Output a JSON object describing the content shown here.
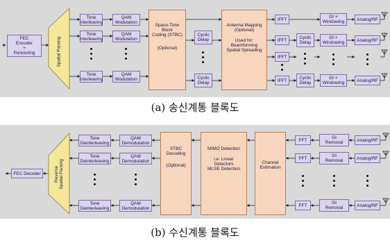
{
  "tx": {
    "fec": "FEC\nEncoder\n+\nPuncturing",
    "parser": "Spatial Parsing",
    "tone": "Tone\nInterleaving",
    "qam": "QAM\nModulation",
    "stbc_title": "Space-Time\nBlock\nCoding (STBC)",
    "stbc_opt": "(Optional)",
    "cyclic": "Cyclic\nDelay",
    "mapping_title": "Antenna Mapping",
    "mapping_opt": "(Optional)",
    "mapping_used": "Used for:\nBeamforming\nSpatial Spreading",
    "ifft": "IFFT",
    "gi": "GI +\nWindowing",
    "rf": "Analog/RF",
    "caption": "(a)  송신계통 블록도"
  },
  "rx": {
    "fec": "FEC Decoder",
    "deparser": "Reverse\nSpatial Parsing",
    "tone": "Tone\nDeinterleaving",
    "qam": "QAM\nDemodulation",
    "stbc_title": "STBC\nDecoding",
    "stbc_opt": "(Optional)",
    "mimo_title": "MIMO Detection",
    "mimo_sub": "i.e. Linear\nDetectors\nMLSE Detection",
    "chan": "Channel\nEstimation",
    "fft": "FFT",
    "gi": "GI\nRemoval",
    "rf": "Analog/RF",
    "caption": "(b)  수신계통 블록도"
  },
  "colors": {
    "small_fill": "#dcd3ee",
    "big_fill": "#f8d6be",
    "parser_fill": "#f3e89a",
    "panel_bg": "#d9d9d9"
  }
}
